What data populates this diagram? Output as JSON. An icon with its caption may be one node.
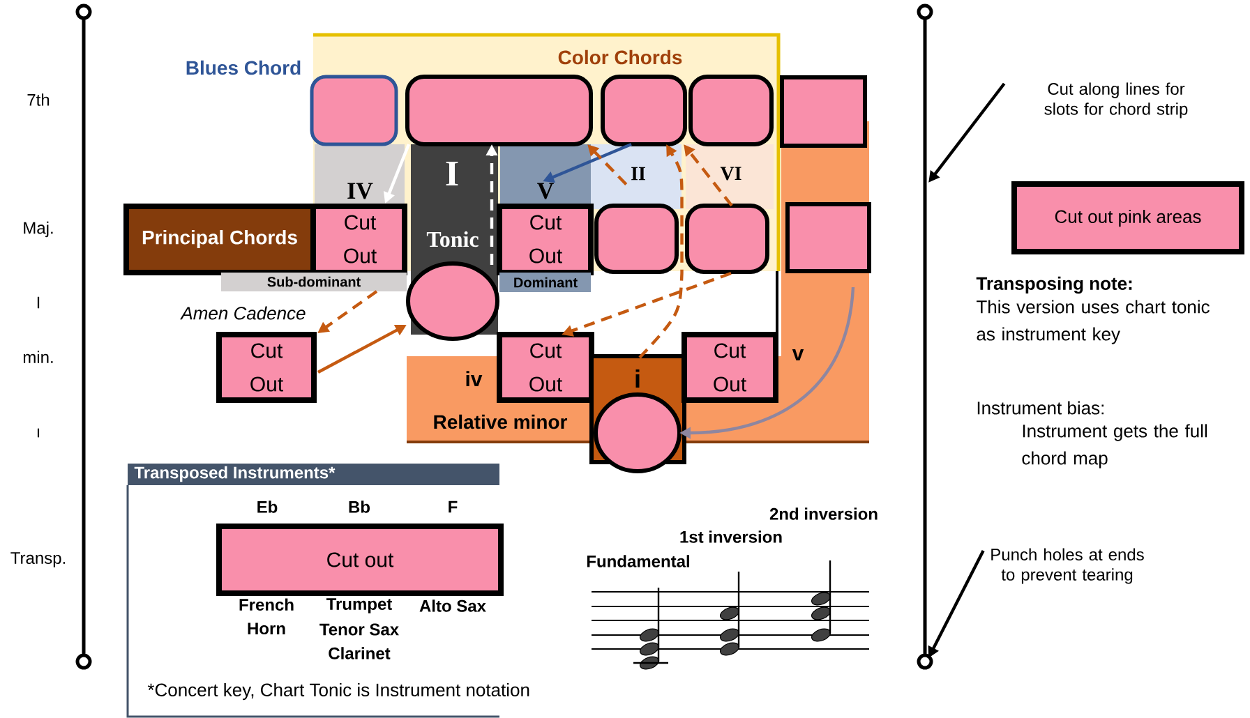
{
  "diagram": {
    "nodes": [
      {
        "text": [
          "Color Chords"
        ]
      },
      {
        "text": [],
        "shape": "box"
      },
      {
        "text": [],
        "shape": "box"
      },
      {
        "text": [],
        "shape": "box"
      },
      {
        "text": [],
        "shape": "box"
      },
      {
        "text": [],
        "shape": "box"
      },
      {
        "text": [
          "IV"
        ]
      },
      {
        "text": [
          "I",
          "Tonic"
        ]
      },
      {
        "text": [
          "V"
        ]
      },
      {
        "text": [
          "II"
        ]
      },
      {
        "text": [
          "VI"
        ]
      },
      {
        "text": [],
        "shape": "bar"
      },
      {
        "text": [
          "Principal Chords"
        ]
      },
      {
        "text": [
          "Cut Out"
        ]
      },
      {
        "text": [
          "Cut Out"
        ]
      },
      {
        "text": [],
        "shape": "box"
      },
      {
        "text": [],
        "shape": "box"
      },
      {
        "text": [],
        "shape": "box",
        "in": 11
      },
      {
        "text": [
          "Sub-dominant"
        ]
      },
      {
        "text": [
          "Dominant"
        ]
      },
      {
        "text": [],
        "shape": "circle"
      },
      {
        "text": [
          "Cut Out"
        ]
      },
      {
        "text": [
          "Relative minor"
        ]
      },
      {
        "text": [
          "Cut Out"
        ]
      },
      {
        "text": [
          "i"
        ]
      },
      {
        "text": [],
        "shape": "circle"
      },
      {
        "text": [
          "Cut Out"
        ]
      },
      {
        "text": [
          "Cut along lines for slots for chord strip"
        ]
      },
      {
        "text": [
          "Cut out pink areas"
        ]
      },
      {
        "text": [
          "Punch holes at ends to prevent tearing"
        ]
      },
      {
        "text": [
          "Transposed Instruments*"
        ]
      },
      {
        "text": [
          "Cut out"
        ],
        "in": 30
      }
    ],
    "edges": [
      {
        "from": 2,
        "to": 13,
        "arrow": "to",
        "color": "#ffffff"
      },
      {
        "from": 7,
        "to": 2,
        "arrow": "to",
        "style": "dashed",
        "color": "#ffffff"
      },
      {
        "from": 3,
        "to": 8,
        "arrow": "to",
        "color": "#2f5597"
      },
      {
        "from": 9,
        "to": 2,
        "arrow": "to",
        "style": "dashed",
        "color": "#c55a11"
      },
      {
        "from": 16,
        "to": 3,
        "arrow": "to",
        "style": "dashed",
        "color": "#c55a11"
      },
      {
        "from": 24,
        "to": 3,
        "arrow": "to",
        "style": "dashed",
        "color": "#c55a11"
      },
      {
        "from": 16,
        "to": 23,
        "arrow": "to",
        "style": "dashed",
        "color": "#c55a11"
      },
      {
        "from": 18,
        "to": 21,
        "arrow": "to",
        "style": "dashed",
        "color": "#c55a11"
      },
      {
        "from": 21,
        "to": 7,
        "arrow": "to",
        "color": "#c55a11"
      },
      {
        "from": 11,
        "to": 25,
        "arrow": "to",
        "color": "#8e86a0"
      },
      {
        "from": 27,
        "to": null,
        "arrow": "to",
        "color": "#000000"
      },
      {
        "from": 29,
        "to": null,
        "arrow": "to",
        "color": "#000000"
      }
    ],
    "labels": [
      "Blues Chord",
      "7th",
      "Maj.",
      "I",
      "min.",
      "ı",
      "Transp.",
      "Amen Cadence",
      "iv",
      "v",
      "Transposing note:",
      "This version uses chart tonic as instrument key",
      "Instrument bias:",
      "Instrument gets the full chord map",
      "Eb",
      "Bb",
      "F",
      "French Horn",
      "Trumpet",
      "Tenor Sax",
      "Clarinet",
      "Alto Sax",
      "*Concert key, Chart Tonic is Instrument notation",
      "Fundamental",
      "1st inversion",
      "2nd inversion"
    ]
  }
}
